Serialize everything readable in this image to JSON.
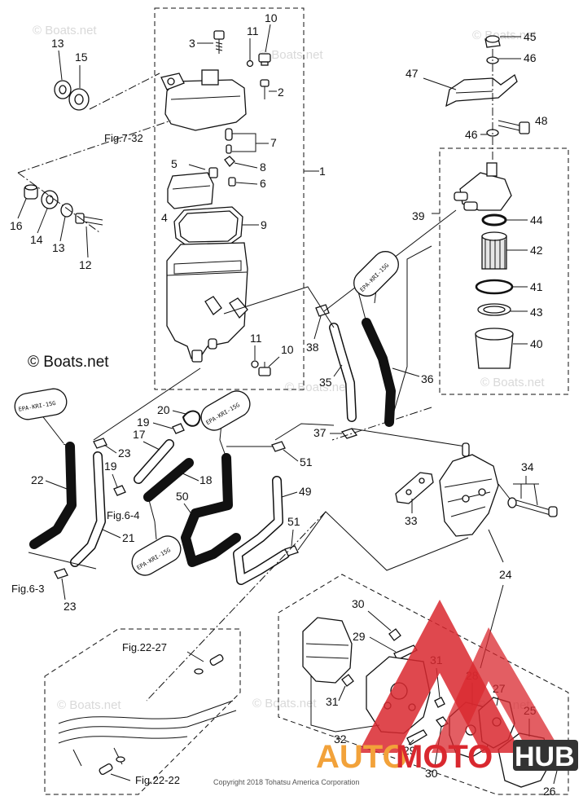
{
  "copyright": "© Boats.net",
  "watermark": "© Boats.net",
  "footer": "Copyright 2018 Tohatsu America Corporation",
  "hose_tag": "EPA-KRI-15G",
  "logo": {
    "part1": "AUTO",
    "part2": "MOTO",
    "part3": "HUB",
    "color_red": "#d9282f",
    "color_orange": "#f2a23a",
    "color_dark": "#333333"
  },
  "refs": {
    "fig_7_32": "Fig.7-32",
    "fig_6_4": "Fig.6-4",
    "fig_6_3": "Fig.6-3",
    "fig_22_27": "Fig.22-27",
    "fig_22_22": "Fig.22-22"
  },
  "labels": {
    "n1": "1",
    "n2": "2",
    "n3": "3",
    "n4": "4",
    "n5": "5",
    "n6": "6",
    "n7": "7",
    "n8": "8",
    "n9": "9",
    "n10a": "10",
    "n10b": "10",
    "n11a": "11",
    "n11b": "11",
    "n12": "12",
    "n13a": "13",
    "n13b": "13",
    "n14": "14",
    "n15": "15",
    "n16": "16",
    "n17": "17",
    "n18": "18",
    "n19a": "19",
    "n19b": "19",
    "n20": "20",
    "n21": "21",
    "n22": "22",
    "n23a": "23",
    "n23b": "23",
    "n24": "24",
    "n25": "25",
    "n26": "26",
    "n27": "27",
    "n28": "28",
    "n29a": "29",
    "n29b": "29",
    "n30a": "30",
    "n30b": "30",
    "n31a": "31",
    "n31b": "31",
    "n32": "32",
    "n33": "33",
    "n34": "34",
    "n35": "35",
    "n36": "36",
    "n37": "37",
    "n38": "38",
    "n39": "39",
    "n40": "40",
    "n41": "41",
    "n42": "42",
    "n43": "43",
    "n44": "44",
    "n45": "45",
    "n46a": "46",
    "n46b": "46",
    "n47": "47",
    "n48": "48",
    "n49": "49",
    "n50": "50",
    "n51a": "51",
    "n51b": "51"
  }
}
